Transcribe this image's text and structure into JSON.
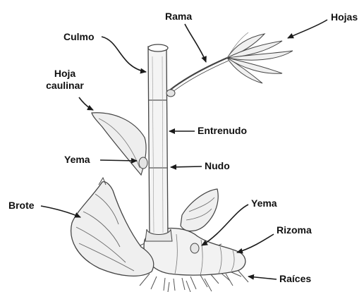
{
  "labels": {
    "rama": "Rama",
    "hojas": "Hojas",
    "culmo": "Culmo",
    "hoja_caulinar_1": "Hoja",
    "hoja_caulinar_2": "caulinar",
    "entrenudo": "Entrenudo",
    "yema_tallo": "Yema",
    "nudo": "Nudo",
    "brote": "Brote",
    "yema_rizoma": "Yema",
    "rizoma": "Rizoma",
    "raices": "Raíces"
  },
  "colors": {
    "text": "#111111",
    "line": "#1a1a1a",
    "drawing": "#444444",
    "background": "#ffffff"
  }
}
